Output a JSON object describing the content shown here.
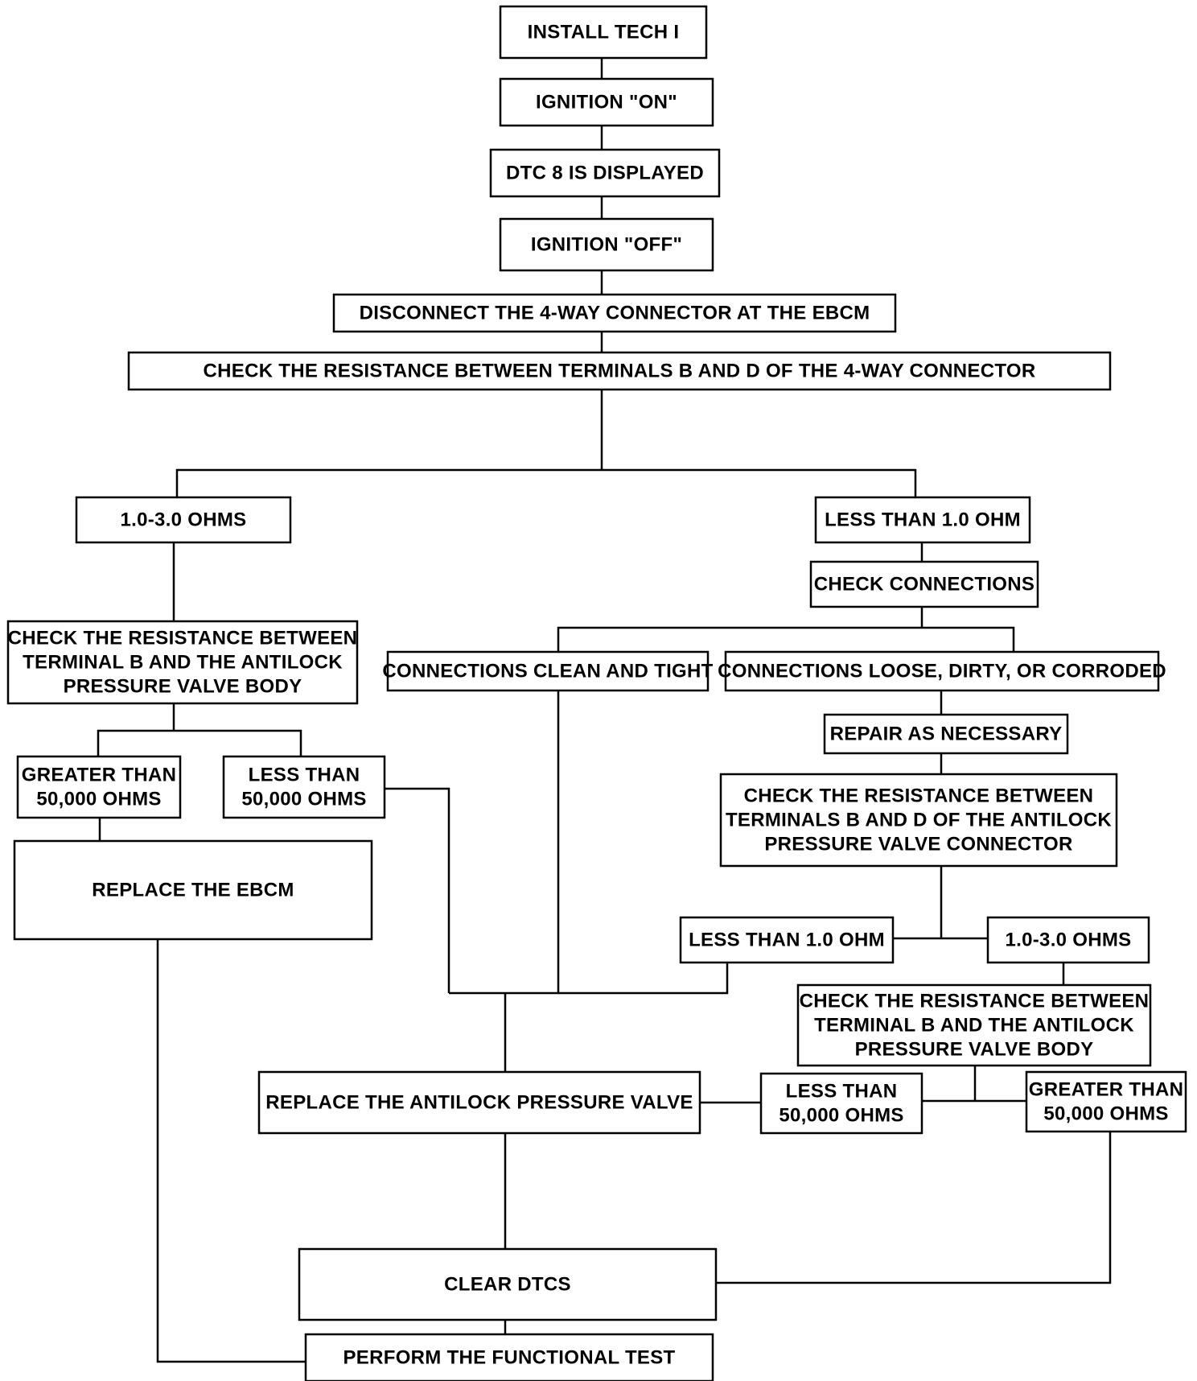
{
  "nodes": {
    "install_tech": [
      "INSTALL TECH I"
    ],
    "ignition_on": [
      "IGNITION \"ON\""
    ],
    "dtc_displayed": [
      "DTC 8 IS DISPLAYED"
    ],
    "ignition_off": [
      "IGNITION \"OFF\""
    ],
    "disconnect": [
      "DISCONNECT THE 4-WAY CONNECTOR AT THE EBCM"
    ],
    "check_bd_4way": [
      "CHECK THE RESISTANCE BETWEEN TERMINALS B AND D OF THE 4-WAY CONNECTOR"
    ],
    "ohms_1_3_left": [
      "1.0-3.0 OHMS"
    ],
    "less_1_right": [
      "LESS THAN 1.0 OHM"
    ],
    "check_b_body_left": [
      "CHECK THE RESISTANCE BETWEEN",
      "TERMINAL B AND THE ANTILOCK",
      "PRESSURE VALVE BODY"
    ],
    "check_connections": [
      "CHECK CONNECTIONS"
    ],
    "conn_clean": [
      "CONNECTIONS CLEAN AND TIGHT"
    ],
    "conn_loose": [
      "CONNECTIONS LOOSE, DIRTY, OR CORRODED"
    ],
    "repair": [
      "REPAIR AS NECESSARY"
    ],
    "greater_50k_left": [
      "GREATER THAN",
      "50,000 OHMS"
    ],
    "less_50k_left": [
      "LESS THAN",
      "50,000 OHMS"
    ],
    "check_bd_valve": [
      "CHECK THE RESISTANCE BETWEEN",
      "TERMINALS B AND D OF THE ANTILOCK",
      "PRESSURE VALVE CONNECTOR"
    ],
    "replace_ebcm": [
      "REPLACE THE EBCM"
    ],
    "less_1_lower": [
      "LESS THAN 1.0 OHM"
    ],
    "ohms_1_3_lower": [
      "1.0-3.0 OHMS"
    ],
    "check_b_body_right": [
      "CHECK THE RESISTANCE BETWEEN",
      "TERMINAL B AND THE ANTILOCK",
      "PRESSURE VALVE BODY"
    ],
    "replace_valve": [
      "REPLACE THE ANTILOCK PRESSURE VALVE"
    ],
    "less_50k_right": [
      "LESS THAN",
      "50,000 OHMS"
    ],
    "greater_50k_right": [
      "GREATER THAN",
      "50,000 OHMS"
    ],
    "clear_dtcs": [
      "CLEAR DTCS"
    ],
    "functional_test": [
      "PERFORM THE FUNCTIONAL TEST"
    ]
  }
}
